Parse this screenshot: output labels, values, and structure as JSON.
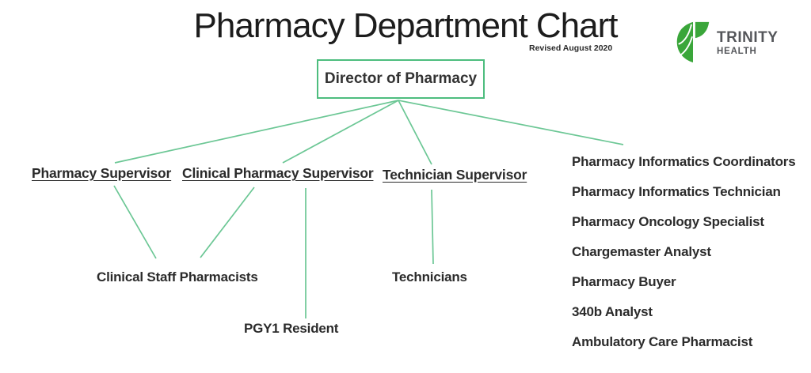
{
  "page": {
    "title": "Pharmacy Department Chart",
    "revised": "Revised August 2020"
  },
  "logo": {
    "brand_top": "TRINITY",
    "brand_bottom": "HEALTH",
    "icon": "trinity-leaf-icon"
  },
  "colors": {
    "connector_green": "#6cc795",
    "box_border_green": "#4dbd7e",
    "logo_green": "#3aa63a",
    "brand_text_gray": "#54565a"
  },
  "org": {
    "root": {
      "label": "Director of Pharmacy"
    },
    "supervisors": [
      {
        "label": "Pharmacy Supervisor"
      },
      {
        "label": "Clinical Pharmacy Supervisor"
      },
      {
        "label": "Technician Supervisor"
      }
    ],
    "reports": {
      "clinical_staff": "Clinical Staff Pharmacists",
      "pgy1": "PGY1 Resident",
      "technicians": "Technicians"
    },
    "direct_reports_right": [
      "Pharmacy Informatics Coordinators",
      "Pharmacy Informatics Technician",
      "Pharmacy Oncology Specialist",
      "Chargemaster Analyst",
      "Pharmacy Buyer",
      "340b Analyst",
      "Ambulatory Care Pharmacist"
    ]
  }
}
